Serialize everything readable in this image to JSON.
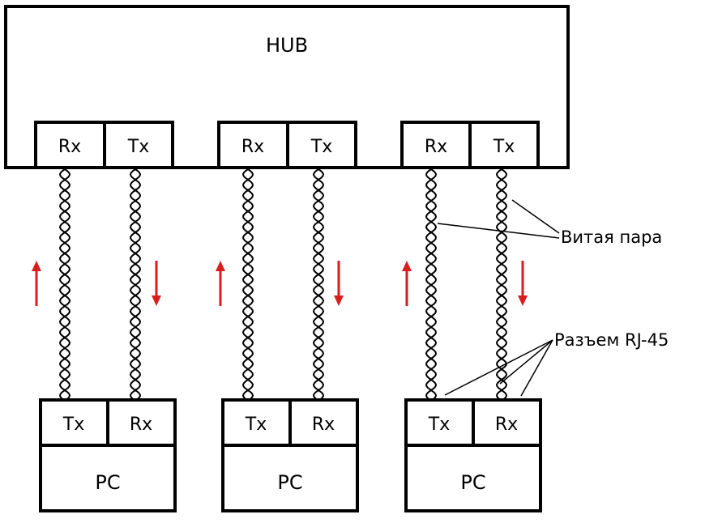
{
  "hub": {
    "label": "HUB"
  },
  "hub_ports": [
    {
      "rx": "Rx",
      "tx": "Tx"
    },
    {
      "rx": "Rx",
      "tx": "Tx"
    },
    {
      "rx": "Rx",
      "tx": "Tx"
    }
  ],
  "pcs": [
    {
      "label": "PC",
      "tx": "Tx",
      "rx": "Rx"
    },
    {
      "label": "PC",
      "tx": "Tx",
      "rx": "Rx"
    },
    {
      "label": "PC",
      "tx": "Tx",
      "rx": "Rx"
    }
  ],
  "annotations": {
    "twisted_pair": "Витая пара",
    "connector": "Разъем RJ-45"
  },
  "colors": {
    "arrow": "#d81e1e",
    "line": "#000000"
  }
}
